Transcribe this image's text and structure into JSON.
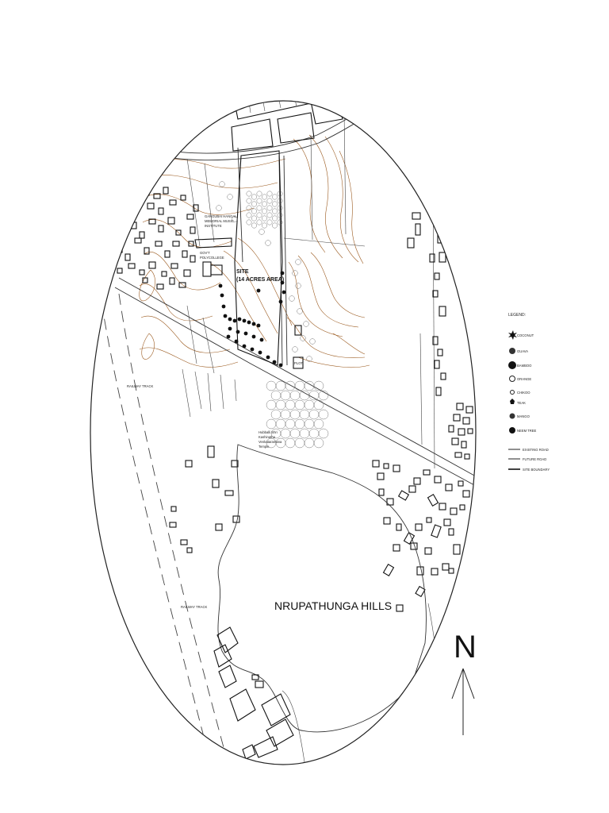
{
  "map": {
    "site_label_1": "SITE",
    "site_label_2": "(14 ACRES AREA)",
    "hills_label": "NRUPATHUNGA HILLS",
    "north_label": "N",
    "railway_1": "RAILWAY TRACK",
    "railway_2": "RAILWAY TRACK",
    "institute_1": "GANGUBAI HANGAL",
    "institute_2": "MEMORIAL MUSIC",
    "institute_3": "INSTITUTE",
    "college_1": "GOV'T",
    "college_2": "POLYCOLLEGE",
    "temple_1": "Hubballi Shri",
    "temple_2": "Kashinatha",
    "temple_3": "Venkataramana",
    "temple_4": "Temple",
    "plot_tag": "PLOT"
  },
  "legend": {
    "title": "LEGEND:",
    "items": [
      "COCONUT",
      "GUAVA",
      "BAMBOO",
      "ORANGE",
      "CHIKOO",
      "TEAK",
      "MANGO",
      "NEEM TREE"
    ],
    "lines": [
      "EXISTING ROAD",
      "FUTURE ROAD",
      "SITE BOUNDARY"
    ]
  }
}
